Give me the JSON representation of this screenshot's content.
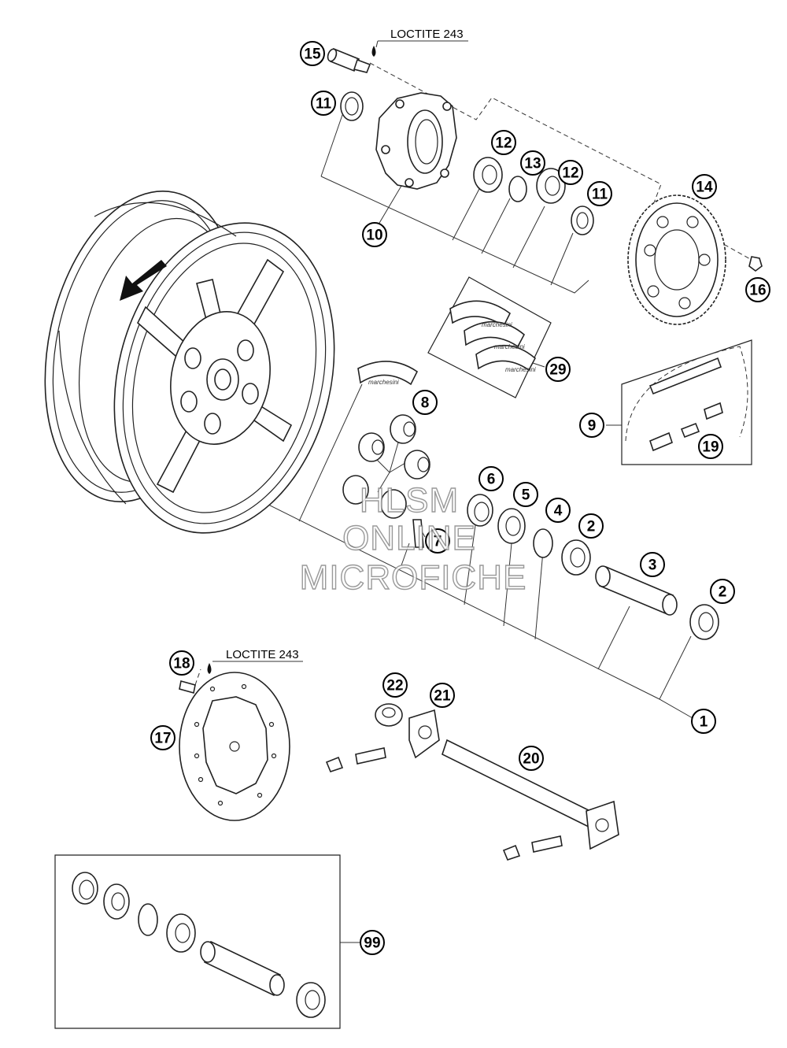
{
  "notes": {
    "loctite_top": "LOCTITE 243",
    "loctite_bottom": "LOCTITE 243"
  },
  "callouts": {
    "c1": "1",
    "c2a": "2",
    "c2b": "2",
    "c3": "3",
    "c4": "4",
    "c5": "5",
    "c6": "6",
    "c7": "7",
    "c8": "8",
    "c9": "9",
    "c10": "10",
    "c11a": "11",
    "c11b": "11",
    "c12a": "12",
    "c12b": "12",
    "c13": "13",
    "c14": "14",
    "c15": "15",
    "c16": "16",
    "c17": "17",
    "c18": "18",
    "c19": "19",
    "c20": "20",
    "c21": "21",
    "c22": "22",
    "c29": "29",
    "c99": "99"
  },
  "stickers": {
    "brand": "marchesini"
  },
  "watermark": {
    "line1": "HLSM",
    "line2": "ONLINE",
    "line3": "MICROFICHE"
  }
}
